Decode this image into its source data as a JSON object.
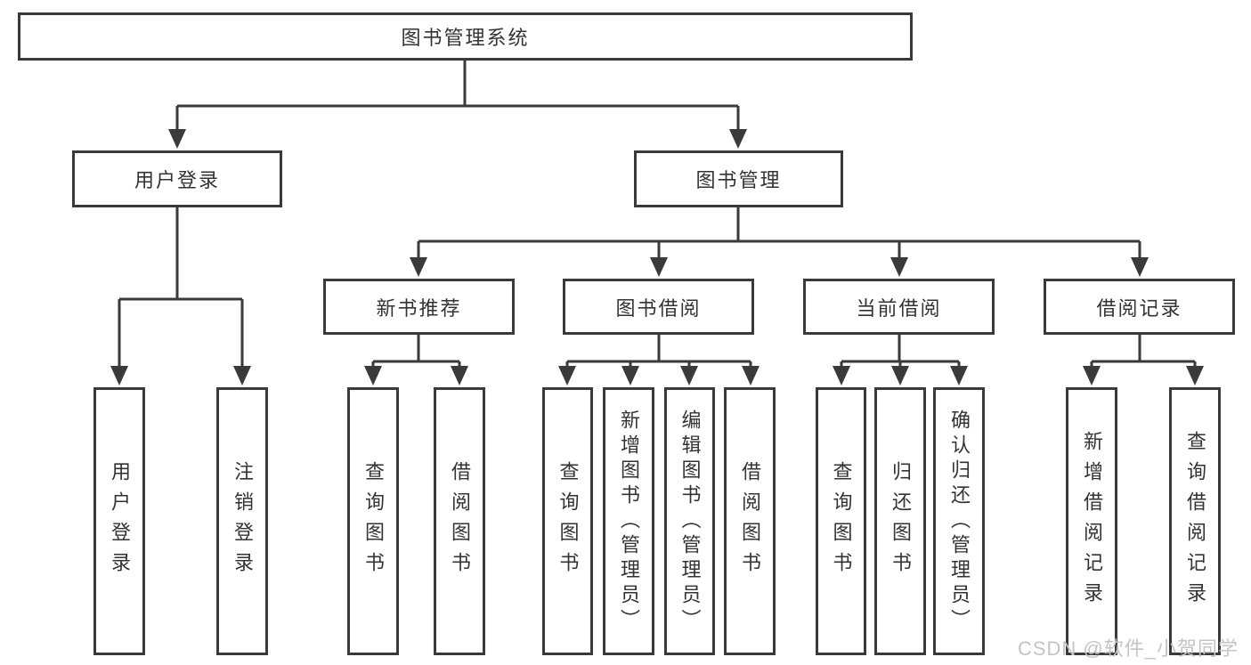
{
  "tree": {
    "root": {
      "label": "图书管理系统"
    },
    "branches": [
      {
        "label": "用户登录",
        "children": [
          {
            "label": "用户登录"
          },
          {
            "label": "注销登录"
          }
        ]
      },
      {
        "label": "图书管理",
        "children": [
          {
            "label": "新书推荐",
            "children": [
              {
                "label": "查询图书"
              },
              {
                "label": "借阅图书"
              }
            ]
          },
          {
            "label": "图书借阅",
            "children": [
              {
                "label": "查询图书"
              },
              {
                "label": "新增图书（管理员）"
              },
              {
                "label": "编辑图书（管理员）"
              },
              {
                "label": "借阅图书"
              }
            ]
          },
          {
            "label": "当前借阅",
            "children": [
              {
                "label": "查询图书"
              },
              {
                "label": "归还图书"
              },
              {
                "label": "确认归还（管理员）"
              }
            ]
          },
          {
            "label": "借阅记录",
            "children": [
              {
                "label": "新增借阅记录"
              },
              {
                "label": "查询借阅记录"
              }
            ]
          }
        ]
      }
    ]
  },
  "watermark": "CSDN @软件_小贺同学",
  "colors": {
    "line": "#3a3a3a",
    "text": "#333333",
    "background": "#ffffff",
    "watermark": "#c4c4c4"
  }
}
